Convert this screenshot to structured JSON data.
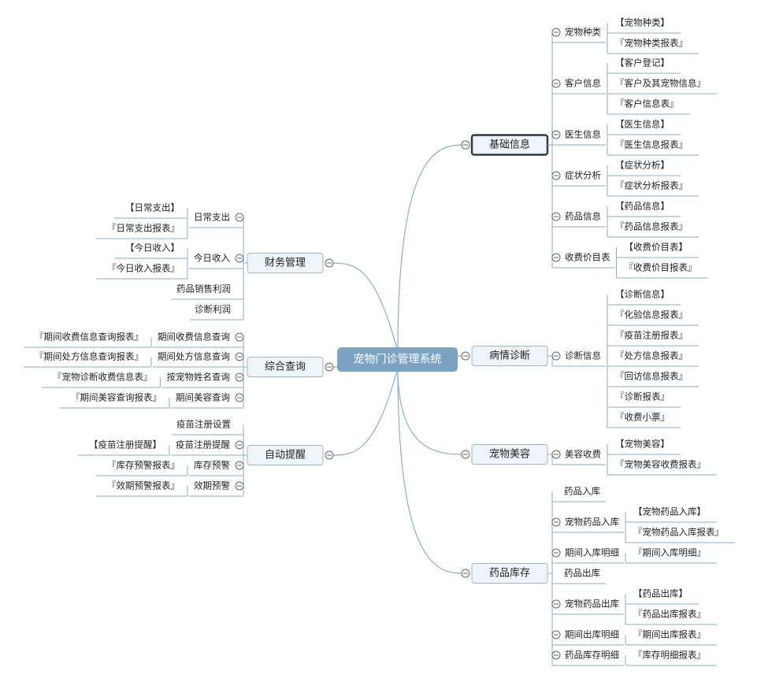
{
  "colors": {
    "line": "#8aaec9",
    "root_fill": "#7ba3c4",
    "branch_fill": "#eef4f8",
    "branch_border": "#9ab7cc",
    "selected_border": "#2e3a46",
    "toggle": "#666666"
  },
  "root": {
    "label": "宠物门诊管理系统"
  },
  "right": [
    {
      "label": "基础信息",
      "selected": true,
      "children": [
        {
          "label": "宠物种类",
          "leaves": [
            "【宠物种类】",
            "『宠物种类报表』"
          ]
        },
        {
          "label": "客户信息",
          "leaves": [
            "【客户登记】",
            "『客户及其宠物信息』",
            "『客户信息表』"
          ]
        },
        {
          "label": "医生信息",
          "leaves": [
            "【医生信息】",
            "『医生信息报表』"
          ]
        },
        {
          "label": "症状分析",
          "leaves": [
            "【症状分析】",
            "『症状分析报表』"
          ]
        },
        {
          "label": "药品信息",
          "leaves": [
            "【药品信息】",
            "『药品信息报表』"
          ]
        },
        {
          "label": "收费价目表",
          "leaves": [
            "【收费价目表】",
            "『收费价目报表』"
          ]
        }
      ]
    },
    {
      "label": "病情诊断",
      "children": [
        {
          "label": "诊断信息",
          "leaves": [
            "【诊断信息】",
            "『化验信息报表』",
            "『疫苗注册报表』",
            "『处方信息报表』",
            "『回访信息报表』",
            "『诊断报表』",
            "『收费小票』"
          ]
        }
      ]
    },
    {
      "label": "宠物美容",
      "children": [
        {
          "label": "美容收费",
          "leaves": [
            "【宠物美容】",
            "『宠物美容收费报表』"
          ]
        }
      ]
    },
    {
      "label": "药品库存",
      "children": [
        {
          "label": "药品入库",
          "leaves": []
        },
        {
          "label": "宠物药品入库",
          "leaves": [
            "【宠物药品入库】",
            "『宠物药品入库报表』"
          ]
        },
        {
          "label": "期间入库明细",
          "leaves": [
            "『期间入库明细』"
          ]
        },
        {
          "label": "药品出库",
          "leaves": []
        },
        {
          "label": "宠物药品出库",
          "leaves": [
            "【药品出库】",
            "『药品出库报表』"
          ]
        },
        {
          "label": "期间出库明细",
          "leaves": [
            "『期间出库报表』"
          ]
        },
        {
          "label": "药品库存明细",
          "leaves": [
            "『库存明细报表』"
          ]
        }
      ]
    }
  ],
  "left": [
    {
      "label": "财务管理",
      "children": [
        {
          "label": "日常支出",
          "leaves": [
            "【日常支出】",
            "『日常支出报表』"
          ]
        },
        {
          "label": "今日收入",
          "leaves": [
            "【今日收入】",
            "『今日收入报表』"
          ]
        },
        {
          "label": "药品销售利润",
          "leaves": []
        },
        {
          "label": "诊断利润",
          "leaves": []
        }
      ]
    },
    {
      "label": "综合查询",
      "children": [
        {
          "label": "期间收费信息查询",
          "leaves": [
            "『期间收费信息查询报表』"
          ]
        },
        {
          "label": "期间处方信息查询",
          "leaves": [
            "『期间处方信息查询报表』"
          ]
        },
        {
          "label": "按宠物姓名查询",
          "leaves": [
            "『宠物诊断收费信息表』"
          ]
        },
        {
          "label": "期间美容查询",
          "leaves": [
            "『期间美容查询报表』"
          ]
        }
      ]
    },
    {
      "label": "自动提醒",
      "children": [
        {
          "label": "疫苗注册设置",
          "leaves": []
        },
        {
          "label": "疫苗注册提醒",
          "leaves": [
            "【疫苗注册提醒】"
          ]
        },
        {
          "label": "库存预警",
          "leaves": [
            "『库存预警报表』"
          ]
        },
        {
          "label": "效期预警",
          "leaves": [
            "『效期预警报表』"
          ]
        }
      ]
    }
  ]
}
